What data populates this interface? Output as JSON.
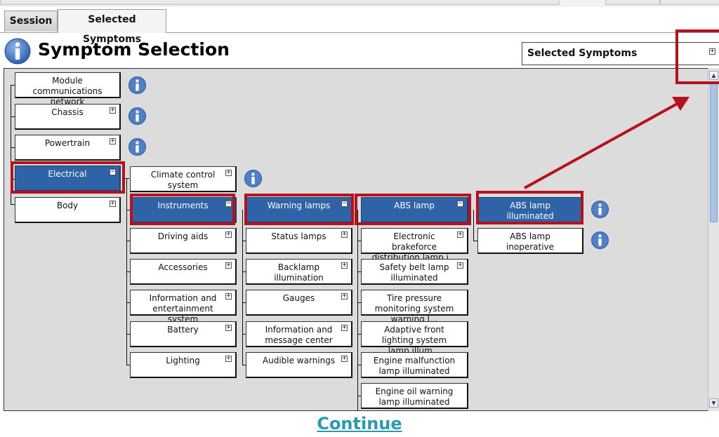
{
  "tabs": {
    "session": "Session",
    "selected_symptoms": "Selected Symptoms"
  },
  "header": {
    "title": "Symptom Selection",
    "selected_box_label": "Selected Symptoms"
  },
  "tree": {
    "level1": [
      "Module communications network",
      "Chassis",
      "Powertrain",
      "Electrical",
      "Body"
    ],
    "level2": [
      "Climate control system",
      "Instruments",
      "Driving aids",
      "Accessories",
      "Information and entertainment system",
      "Battery",
      "Lighting"
    ],
    "level3": [
      "Warning lamps",
      "Status lamps",
      "Backlamp illumination",
      "Gauges",
      "Information and message center",
      "Audible warnings"
    ],
    "level4": [
      "ABS lamp",
      "Electronic brakeforce distribution lamp i...",
      "Safety belt lamp illuminated",
      "Tire pressure monitoring system warning l...",
      "Adaptive front lighting system lamp illum...",
      "Engine malfunction lamp illuminated",
      "Engine oil warning lamp illuminated"
    ],
    "level5": [
      "ABS lamp illuminated",
      "ABS lamp inoperative"
    ]
  },
  "expander_symbol_collapsed": "+",
  "expander_symbol_expanded": "−",
  "continue_label": "Continue",
  "colors": {
    "selected_node": "#2e63a8",
    "highlight": "#b5121b",
    "panel_bg": "#dcdcdc",
    "continue_link": "#2a9ab0",
    "info_icon": "#4f7fc7"
  }
}
